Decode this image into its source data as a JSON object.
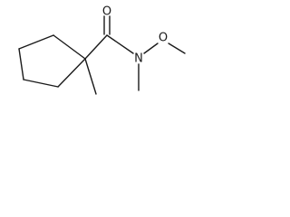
{
  "molecule": {
    "atoms": {
      "carbonyl_oxygen": "O",
      "amide_nitrogen": "N",
      "ether_oxygen": "O"
    },
    "colors": {
      "bond": "#1a1a1a",
      "label": "#1a1a1a",
      "background": "#ffffff"
    }
  }
}
